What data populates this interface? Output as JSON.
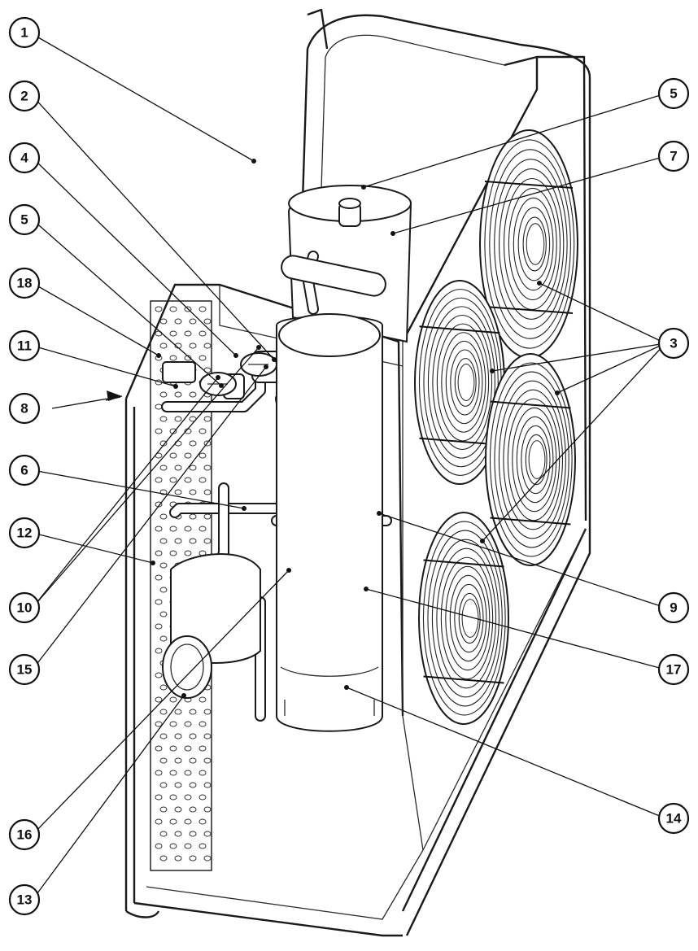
{
  "diagram": {
    "callouts": [
      {
        "id": "c1",
        "label": "1"
      },
      {
        "id": "c2",
        "label": "2"
      },
      {
        "id": "c4",
        "label": "4"
      },
      {
        "id": "c5a",
        "label": "5"
      },
      {
        "id": "c18",
        "label": "18"
      },
      {
        "id": "c11",
        "label": "11"
      },
      {
        "id": "c8",
        "label": "8"
      },
      {
        "id": "c6",
        "label": "6"
      },
      {
        "id": "c12",
        "label": "12"
      },
      {
        "id": "c10",
        "label": "10"
      },
      {
        "id": "c15",
        "label": "15"
      },
      {
        "id": "c16",
        "label": "16"
      },
      {
        "id": "c13",
        "label": "13"
      },
      {
        "id": "c5b",
        "label": "5"
      },
      {
        "id": "c7",
        "label": "7"
      },
      {
        "id": "c3",
        "label": "3"
      },
      {
        "id": "c9",
        "label": "9"
      },
      {
        "id": "c17",
        "label": "17"
      },
      {
        "id": "c14",
        "label": "14"
      }
    ]
  }
}
